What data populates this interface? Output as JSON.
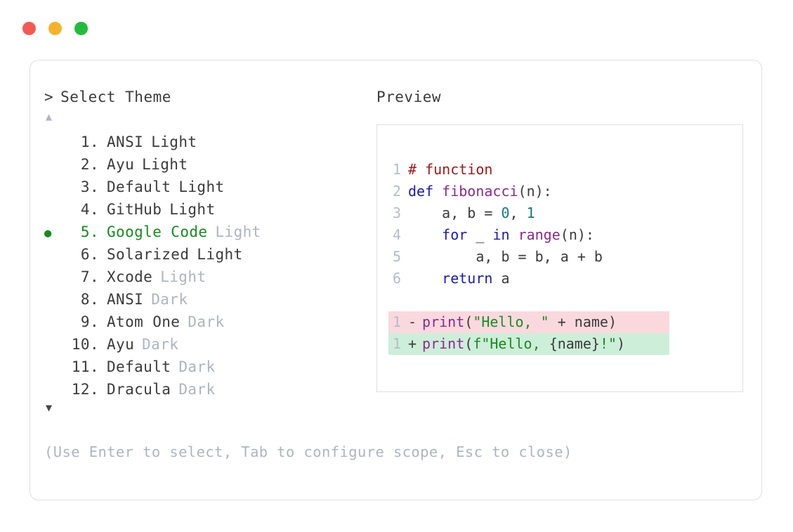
{
  "window": {
    "traffic_lights": [
      {
        "name": "close",
        "color": "#f25a54"
      },
      {
        "name": "minimize",
        "color": "#f5b32b"
      },
      {
        "name": "maximize",
        "color": "#22bb3d"
      }
    ]
  },
  "left": {
    "prompt_caret": ">",
    "prompt_title": "Select Theme",
    "scroll_up_icon": "▲",
    "scroll_down_icon": "▼",
    "selected_bullet": "●",
    "selected_index": 5,
    "themes": [
      {
        "num": "1.",
        "name": "ANSI",
        "suffix": "Light",
        "suffix_dim": false,
        "selected": false
      },
      {
        "num": "2.",
        "name": "Ayu",
        "suffix": "Light",
        "suffix_dim": false,
        "selected": false
      },
      {
        "num": "3.",
        "name": "Default",
        "suffix": "Light",
        "suffix_dim": false,
        "selected": false
      },
      {
        "num": "4.",
        "name": "GitHub",
        "suffix": "Light",
        "suffix_dim": false,
        "selected": false
      },
      {
        "num": "5.",
        "name": "Google Code",
        "suffix": "Light",
        "suffix_dim": true,
        "selected": true
      },
      {
        "num": "6.",
        "name": "Solarized",
        "suffix": "Light",
        "suffix_dim": false,
        "selected": false
      },
      {
        "num": "7.",
        "name": "Xcode",
        "suffix": "Light",
        "suffix_dim": true,
        "selected": false
      },
      {
        "num": "8.",
        "name": "ANSI",
        "suffix": "Dark",
        "suffix_dim": true,
        "selected": false
      },
      {
        "num": "9.",
        "name": "Atom One",
        "suffix": "Dark",
        "suffix_dim": true,
        "selected": false
      },
      {
        "num": "10.",
        "name": "Ayu",
        "suffix": "Dark",
        "suffix_dim": true,
        "selected": false
      },
      {
        "num": "11.",
        "name": "Default",
        "suffix": "Dark",
        "suffix_dim": true,
        "selected": false
      },
      {
        "num": "12.",
        "name": "Dracula",
        "suffix": "Dark",
        "suffix_dim": true,
        "selected": false
      }
    ],
    "hint": "(Use Enter to select, Tab to configure scope, Esc to close)"
  },
  "right": {
    "preview_label": "Preview",
    "code_lines": [
      {
        "ln": "1",
        "tokens": [
          {
            "t": "# function",
            "c": "comment"
          }
        ]
      },
      {
        "ln": "2",
        "tokens": [
          {
            "t": "def",
            "c": "keyword"
          },
          {
            "t": " ",
            "c": "plain"
          },
          {
            "t": "fibonacci",
            "c": "func"
          },
          {
            "t": "(n):",
            "c": "punct"
          }
        ]
      },
      {
        "ln": "3",
        "tokens": [
          {
            "t": "    a, b = ",
            "c": "plain"
          },
          {
            "t": "0",
            "c": "number"
          },
          {
            "t": ", ",
            "c": "plain"
          },
          {
            "t": "1",
            "c": "number"
          }
        ]
      },
      {
        "ln": "4",
        "tokens": [
          {
            "t": "    ",
            "c": "plain"
          },
          {
            "t": "for",
            "c": "keyword"
          },
          {
            "t": " _ ",
            "c": "plain"
          },
          {
            "t": "in",
            "c": "keyword"
          },
          {
            "t": " ",
            "c": "plain"
          },
          {
            "t": "range",
            "c": "func"
          },
          {
            "t": "(n):",
            "c": "punct"
          }
        ]
      },
      {
        "ln": "5",
        "tokens": [
          {
            "t": "        a, b = b, a + b",
            "c": "plain"
          }
        ]
      },
      {
        "ln": "6",
        "tokens": [
          {
            "t": "    ",
            "c": "plain"
          },
          {
            "t": "return",
            "c": "keyword"
          },
          {
            "t": " a",
            "c": "plain"
          }
        ]
      }
    ],
    "diff_lines": [
      {
        "ln": "1",
        "sign": "-",
        "kind": "removed",
        "tokens": [
          {
            "t": "print",
            "c": "func"
          },
          {
            "t": "(",
            "c": "punct"
          },
          {
            "t": "\"Hello, \"",
            "c": "string"
          },
          {
            "t": " + name)",
            "c": "plain"
          }
        ]
      },
      {
        "ln": "1",
        "sign": "+",
        "kind": "added",
        "tokens": [
          {
            "t": "print",
            "c": "func"
          },
          {
            "t": "(",
            "c": "punct"
          },
          {
            "t": "f\"Hello, ",
            "c": "string"
          },
          {
            "t": "{name}",
            "c": "plain"
          },
          {
            "t": "!\"",
            "c": "string"
          },
          {
            "t": ")",
            "c": "punct"
          }
        ]
      }
    ]
  },
  "colors": {
    "border": "#dcdfe6",
    "text": "#3b3b3b",
    "dim": "#aeb4c2",
    "accent_green": "#1a8a20",
    "diff_removed_bg": "#fad9de",
    "diff_added_bg": "#cdeed9",
    "comment": "#a01a1a",
    "keyword": "#1a1ab5",
    "function": "#8a2b8e",
    "number": "#0e7a7a",
    "string": "#1a8a20"
  }
}
